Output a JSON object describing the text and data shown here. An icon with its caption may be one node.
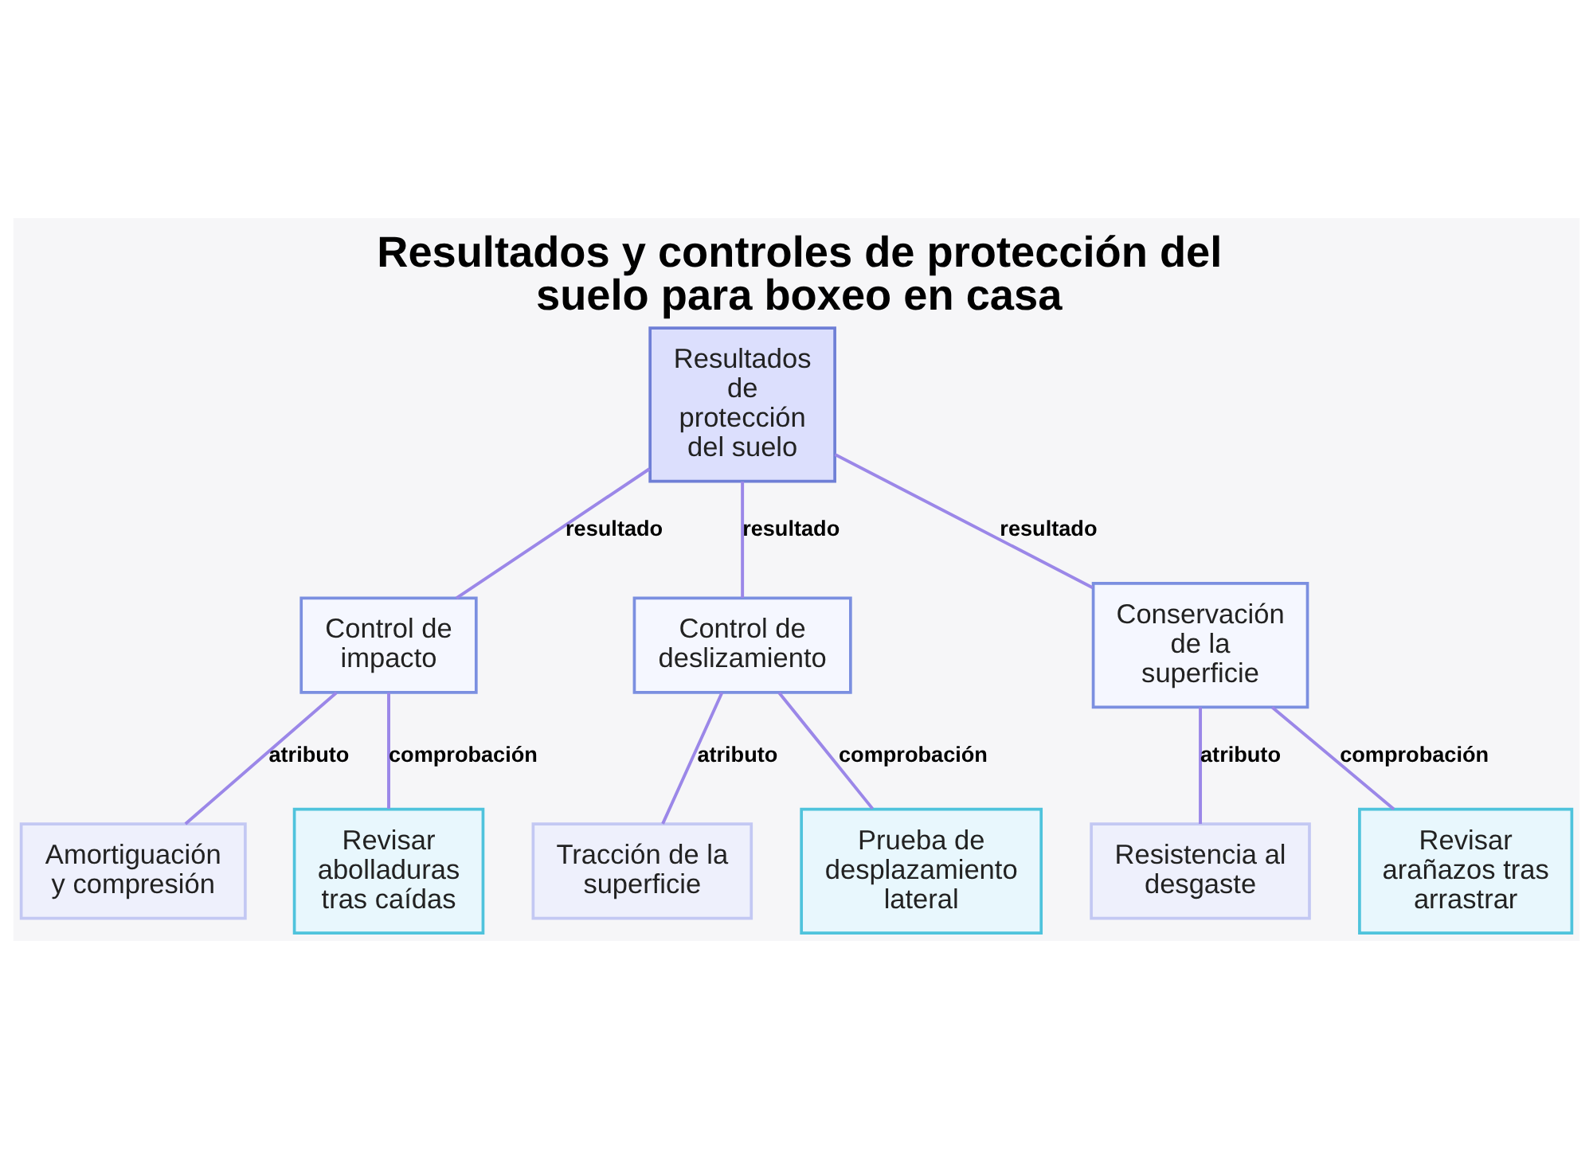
{
  "diagram": {
    "title": "Resultados y controles de protección del suelo para boxeo en casa",
    "nodes": [
      {
        "text": [
          "Resultados de protección del suelo"
        ]
      },
      {
        "text": [
          "Control de impacto"
        ]
      },
      {
        "text": [
          "Control de deslizamiento"
        ]
      },
      {
        "text": [
          "Conservación de la superficie"
        ]
      },
      {
        "text": [
          "Amortiguación y compresión"
        ]
      },
      {
        "text": [
          "Revisar abolladuras tras caídas"
        ]
      },
      {
        "text": [
          "Tracción de la superficie"
        ]
      },
      {
        "text": [
          "Prueba de desplazamiento lateral"
        ]
      },
      {
        "text": [
          "Resistencia al desgaste"
        ]
      },
      {
        "text": [
          "Revisar arañazos tras arrastrar"
        ]
      }
    ],
    "edges": [
      {
        "from": 0,
        "to": 1,
        "arrow": "none",
        "label": "resultado"
      },
      {
        "from": 0,
        "to": 2,
        "arrow": "none",
        "label": "resultado"
      },
      {
        "from": 0,
        "to": 3,
        "arrow": "none",
        "label": "resultado"
      },
      {
        "from": 1,
        "to": 4,
        "arrow": "none",
        "label": "atributo"
      },
      {
        "from": 1,
        "to": 5,
        "arrow": "none",
        "label": "comprobación"
      },
      {
        "from": 2,
        "to": 6,
        "arrow": "none",
        "label": "atributo"
      },
      {
        "from": 2,
        "to": 7,
        "arrow": "none",
        "label": "comprobación"
      },
      {
        "from": 3,
        "to": 8,
        "arrow": "none",
        "label": "atributo"
      },
      {
        "from": 3,
        "to": 9,
        "arrow": "none",
        "label": "comprobación"
      }
    ]
  }
}
